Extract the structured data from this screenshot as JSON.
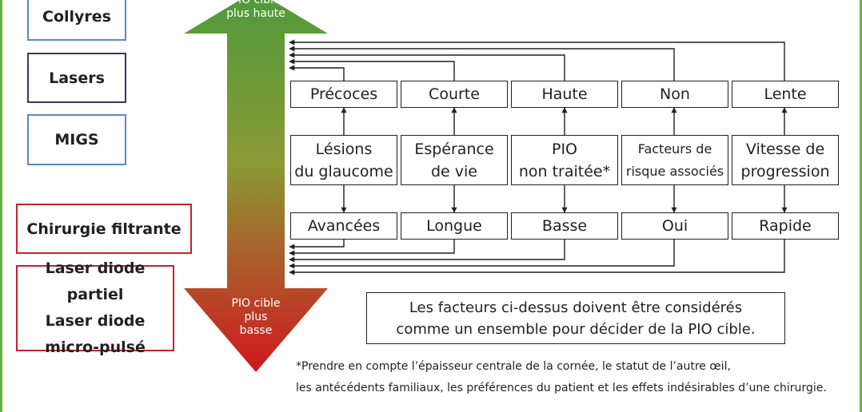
{
  "treatments": {
    "collyres": "Collyres",
    "lasers": "Lasers",
    "migs": "MIGS",
    "chirurgie": "Chirurgie filtrante",
    "laser_partiel": "Laser diode partiel",
    "laser_micro_1": "Laser diode",
    "laser_micro_2": "micro-pulsé"
  },
  "arrow": {
    "top_line1": "PIO cible",
    "top_line2": "plus haute",
    "bottom_line1": "PIO cible",
    "bottom_line2": "plus",
    "bottom_line3": "basse"
  },
  "columns": [
    {
      "top": "Précoces",
      "factor_line1": "Lésions",
      "factor_line2": "du glaucome",
      "bottom": "Avancées"
    },
    {
      "top": "Courte",
      "factor_line1": "Espérance",
      "factor_line2": "de vie",
      "bottom": "Longue"
    },
    {
      "top": "Haute",
      "factor_line1": "PIO",
      "factor_line2": "non traitée*",
      "bottom": "Basse"
    },
    {
      "top": "Non",
      "factor_line1": "Facteurs de",
      "factor_line2": "risque associés",
      "bottom": "Oui"
    },
    {
      "top": "Lente",
      "factor_line1": "Vitesse de",
      "factor_line2": "progression",
      "bottom": "Rapide"
    }
  ],
  "note": {
    "line1": "Les facteurs ci-dessus doivent être considérés",
    "line2": "comme un ensemble pour décider de la PIO cible."
  },
  "footnote": {
    "line1": "*Prendre en compte l’épaisseur centrale de la cornée, le statut de l’autre œil,",
    "line2": "les antécédents familiaux, les préférences du patient et les effets indésirables d’une chirurgie."
  },
  "colors": {
    "frame": "#6fae44",
    "arrow_top": "#4e9a3c",
    "arrow_bottom": "#d0181f",
    "blue_box": "#5b86c5",
    "navy_box": "#3a3470",
    "red_box": "#c8202f",
    "line": "#231f20"
  }
}
